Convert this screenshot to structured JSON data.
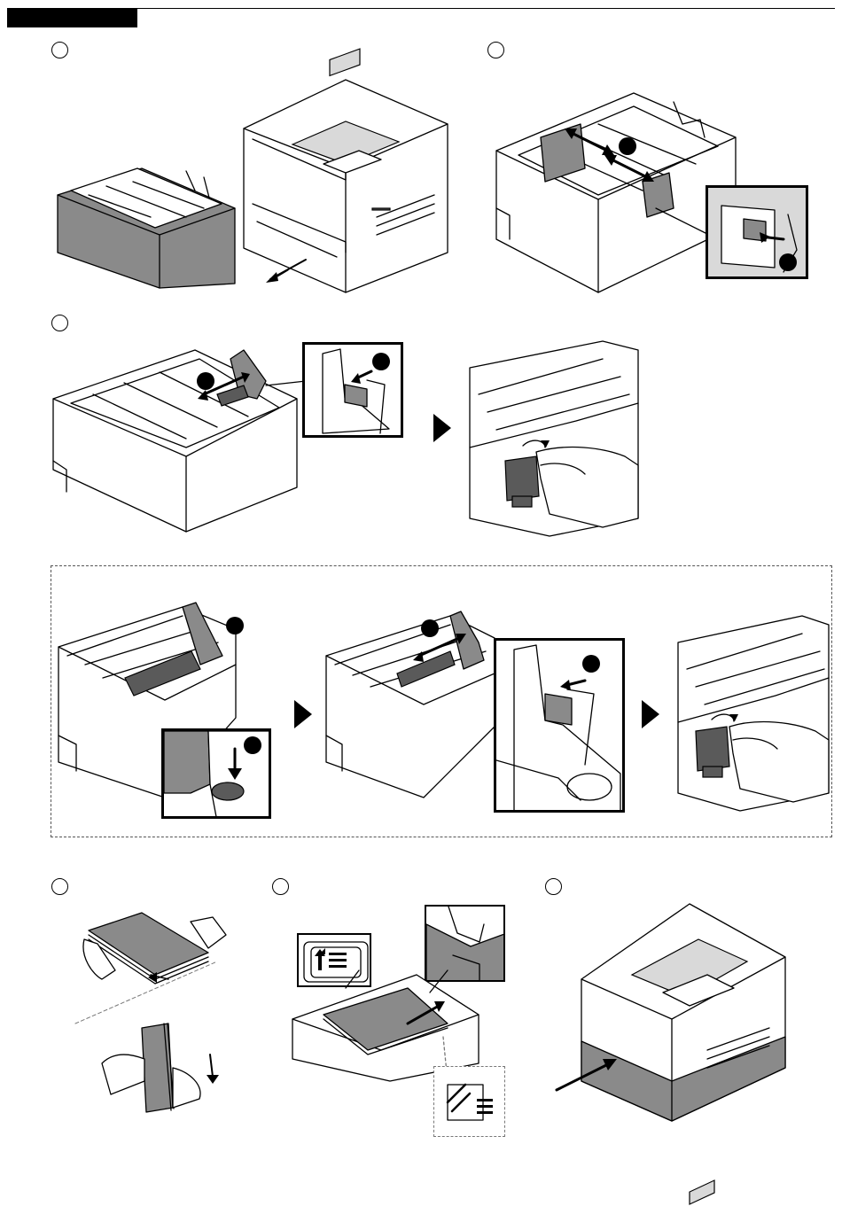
{
  "header": {
    "tab_color": "#000000"
  },
  "steps": [
    {
      "id": "step-1",
      "label": ""
    },
    {
      "id": "step-2",
      "label": ""
    },
    {
      "id": "step-3",
      "label": ""
    },
    {
      "id": "step-4",
      "label": ""
    },
    {
      "id": "step-5",
      "label": ""
    },
    {
      "id": "step-6",
      "label": ""
    }
  ],
  "icons": {
    "step_indicator": "play-triangle-icon",
    "push_button": "push-button-icon",
    "paper_load": "paper-load-icon",
    "paper_orientation": "paper-orientation-icon"
  },
  "colors": {
    "line": "#000000",
    "tray_gray": "#8a8a8a",
    "dark_gray": "#5a5a5a",
    "background": "#ffffff"
  },
  "labels": {
    "tray_callout_1": "",
    "tray_callout_2": ""
  }
}
